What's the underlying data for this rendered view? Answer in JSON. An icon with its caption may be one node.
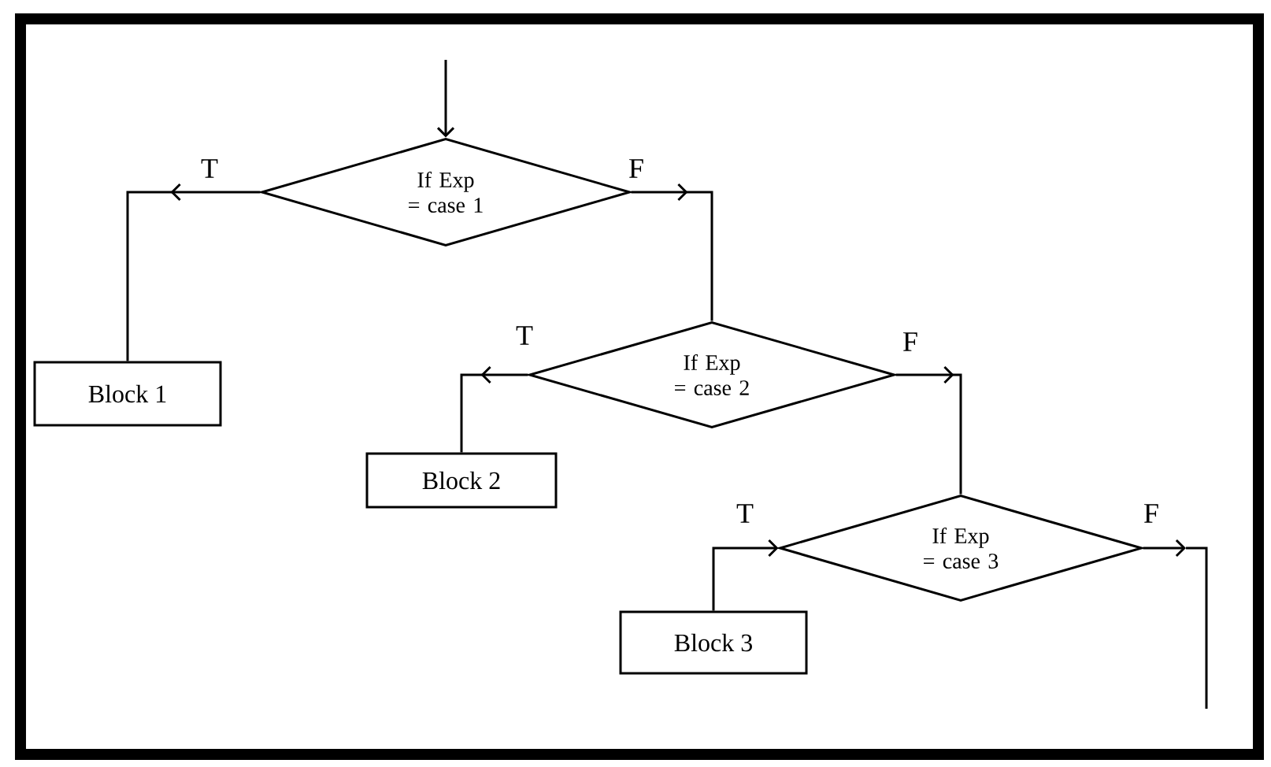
{
  "diagram": {
    "nodes": [
      {
        "text": [
          "If Exp = case 1"
        ]
      },
      {
        "text": [
          "Block 1"
        ]
      },
      {
        "text": [
          "If Exp = case 2"
        ]
      },
      {
        "text": [
          "Block 2"
        ]
      },
      {
        "text": [
          "If Exp = case 3"
        ]
      },
      {
        "text": [
          "Block 3"
        ]
      }
    ],
    "edges": [
      {
        "from": null,
        "to": 0,
        "arrow": "to"
      },
      {
        "from": 0,
        "to": 1,
        "arrow": "to",
        "label": "T"
      },
      {
        "from": 0,
        "to": 2,
        "arrow": "to",
        "label": "F"
      },
      {
        "from": 2,
        "to": 3,
        "arrow": "to",
        "label": "T"
      },
      {
        "from": 2,
        "to": 4,
        "arrow": "to",
        "label": "F"
      },
      {
        "from": 5,
        "to": 4,
        "arrow": "to",
        "label": "T"
      },
      {
        "from": 4,
        "to": null,
        "arrow": "to",
        "label": "F"
      }
    ]
  }
}
